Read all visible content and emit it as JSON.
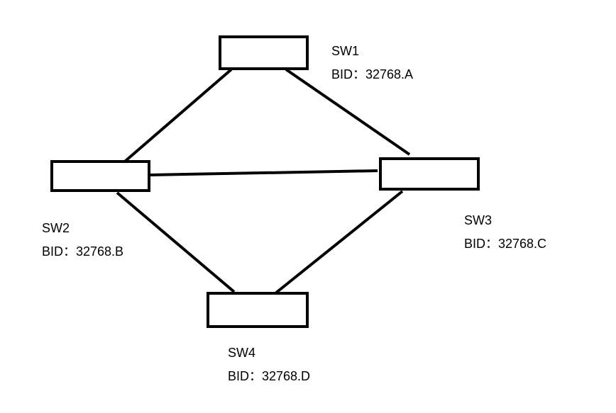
{
  "switches": {
    "sw1": {
      "name": "SW1",
      "bid": "BID：32768.A"
    },
    "sw2": {
      "name": "SW2",
      "bid": "BID：32768.B"
    },
    "sw3": {
      "name": "SW3",
      "bid": "BID：32768.C"
    },
    "sw4": {
      "name": "SW4",
      "bid": "BID：32768.D"
    }
  },
  "links": [
    {
      "from": "SW1",
      "to": "SW2"
    },
    {
      "from": "SW1",
      "to": "SW3"
    },
    {
      "from": "SW2",
      "to": "SW3"
    },
    {
      "from": "SW2",
      "to": "SW4"
    },
    {
      "from": "SW3",
      "to": "SW4"
    }
  ],
  "colors": {
    "line": "#000000",
    "background": "#ffffff"
  }
}
